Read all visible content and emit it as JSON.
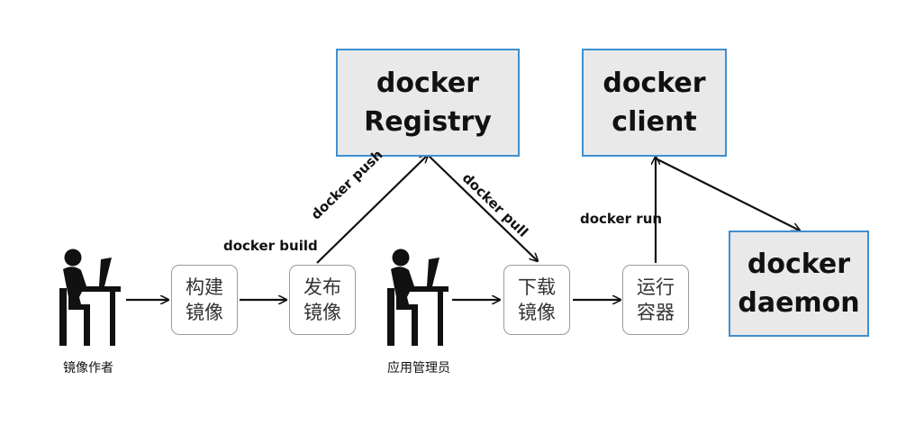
{
  "boxes": {
    "registry": {
      "line1": "docker",
      "line2": "Registry"
    },
    "client": {
      "line1": "docker",
      "line2": "client"
    },
    "daemon": {
      "line1": "docker",
      "line2": "daemon"
    }
  },
  "steps": {
    "build": {
      "line1": "构建",
      "line2": "镜像"
    },
    "publish": {
      "line1": "发布",
      "line2": "镜像"
    },
    "download": {
      "line1": "下载",
      "line2": "镜像"
    },
    "run": {
      "line1": "运行",
      "line2": "容器"
    }
  },
  "labels": {
    "docker_build": "docker build",
    "docker_push": "docker push",
    "docker_pull": "docker pull",
    "docker_run": "docker run"
  },
  "people": {
    "author": "镜像作者",
    "admin": "应用管理员"
  },
  "icons": [
    "person-at-desk-icon",
    "person-at-desk-icon"
  ],
  "colors": {
    "box_border": "#3f8fd1",
    "box_fill": "#e9e9e9",
    "line": "#111111"
  }
}
